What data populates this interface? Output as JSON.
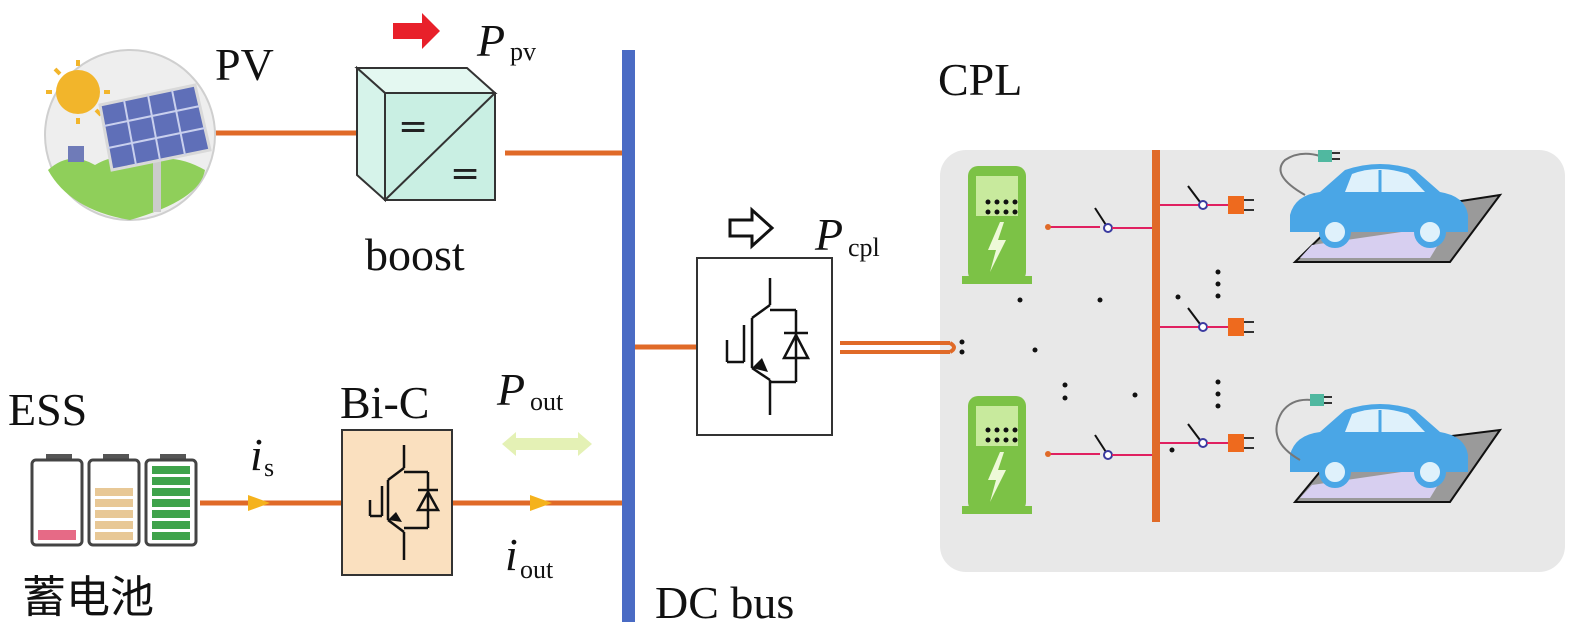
{
  "labels": {
    "pv": "PV",
    "boost": "boost",
    "ess": "ESS",
    "battery_cn": "蓄电池",
    "bic": "Bi-C",
    "dc_bus": "DC bus",
    "cpl": "CPL",
    "p_pv": {
      "main": "P",
      "sub": "pv"
    },
    "p_out": {
      "main": "P",
      "sub": "out"
    },
    "p_cpl": {
      "main": "P",
      "sub": "cpl"
    },
    "i_s": {
      "main": "i",
      "sub": "s"
    },
    "i_out": {
      "main": "i",
      "sub": "out"
    },
    "converter_symbol": "="
  },
  "colors": {
    "dc_bus": "#4a6bc4",
    "line": "#e06a28",
    "boost_fill": "#c9efe3",
    "bic_fill": "#fae0bf",
    "cpl_panel": "#e8e8e8",
    "arrow_pv": "#e8202a",
    "arrow_current": "#f5b21c",
    "arrow_pout": "#e4f1b5",
    "charger": "#7cc246",
    "car": "#4aa6e6",
    "battery_low": "#e66a86",
    "battery_mid": "#e8c896",
    "battery_full": "#3fa34b"
  },
  "icons": [
    "solar-panel-icon",
    "battery-icon",
    "igbt-switch-icon",
    "charger-icon",
    "car-icon",
    "plug-icon",
    "switch-icon"
  ]
}
